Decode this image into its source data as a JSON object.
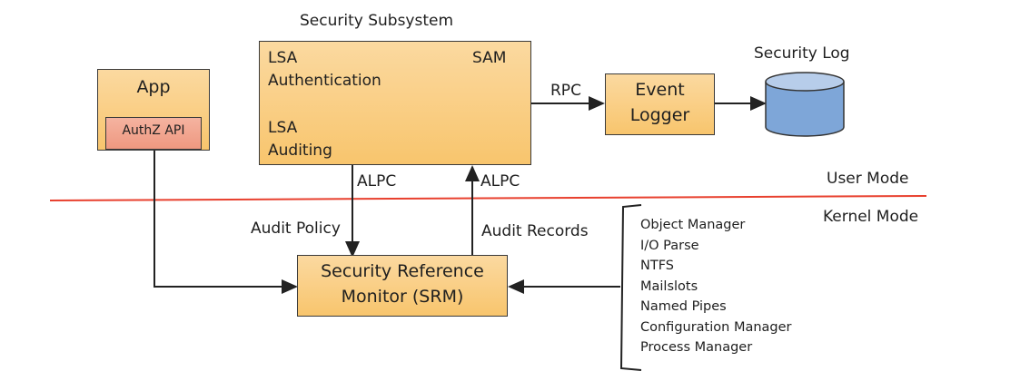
{
  "title": "Security Subsystem",
  "nodes": {
    "app": {
      "label": "App",
      "sub": "AuthZ API"
    },
    "subsystem": {
      "lsa_auth_1": "LSA",
      "lsa_auth_2": "Authentication",
      "sam": "SAM",
      "lsa_audit_1": "LSA",
      "lsa_audit_2": "Auditing"
    },
    "event_logger": {
      "line1": "Event",
      "line2": "Logger"
    },
    "security_log": {
      "label": "Security Log"
    },
    "srm": {
      "line1": "Security Reference",
      "line2": "Monitor (SRM)"
    }
  },
  "edges": {
    "rpc": "RPC",
    "alpc_down": "ALPC",
    "alpc_up": "ALPC",
    "audit_policy": "Audit Policy",
    "audit_records": "Audit Records"
  },
  "modes": {
    "user": "User Mode",
    "kernel": "Kernel Mode"
  },
  "kernel_components": [
    "Object Manager",
    "I/O Parse",
    "NTFS",
    "Mailslots",
    "Named Pipes",
    "Configuration Manager",
    "Process Manager"
  ],
  "colors": {
    "box_fill": "#f8c56d",
    "authz_fill": "#f0a08a",
    "log_fill": "#7ea6d8",
    "divider": "#e8402e"
  }
}
